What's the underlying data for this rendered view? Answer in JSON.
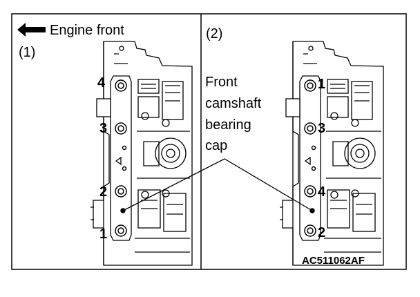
{
  "header": {
    "direction_label": "Engine front"
  },
  "panels": [
    {
      "id": "1",
      "label": "(1)",
      "bolt_numbers": [
        "4",
        "3",
        "2",
        "1"
      ]
    },
    {
      "id": "2",
      "label": "(2)",
      "bolt_numbers": [
        "1",
        "3",
        "4",
        "2"
      ]
    }
  ],
  "callout": {
    "lines": [
      "Front",
      "camshaft",
      "bearing",
      "cap"
    ]
  },
  "figure_code": "AC511062AF",
  "icons": {
    "direction_arrow": "left-arrow-icon"
  }
}
